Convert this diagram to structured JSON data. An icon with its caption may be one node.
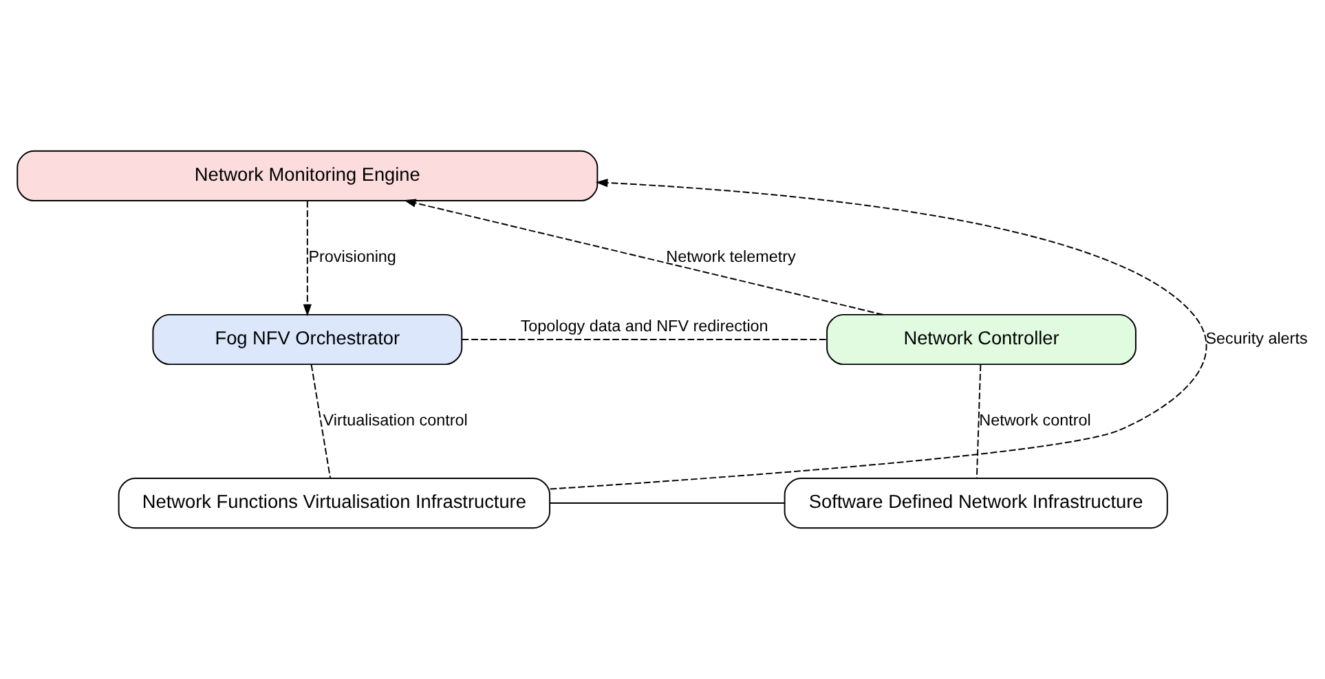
{
  "diagram": {
    "nodes": [
      {
        "text": [
          "Network Monitoring Engine"
        ]
      },
      {
        "text": [
          "Fog NFV Orchestrator"
        ]
      },
      {
        "text": [
          "Network Controller"
        ]
      },
      {
        "text": [
          "Network Functions Virtualisation Infrastructure"
        ]
      },
      {
        "text": [
          "Software Defined Network Infrastructure"
        ]
      }
    ],
    "edges": [
      {
        "from": 0,
        "to": 1,
        "arrow": "to",
        "label": "Provisioning",
        "style": "dashed"
      },
      {
        "from": 2,
        "to": 0,
        "arrow": "to",
        "label": "Network telemetry",
        "style": "dashed"
      },
      {
        "from": 1,
        "to": 2,
        "arrow": "none",
        "label": "Topology data and NFV redirection",
        "style": "dashed"
      },
      {
        "from": 1,
        "to": 3,
        "arrow": "none",
        "label": "Virtualisation control",
        "style": "dashed"
      },
      {
        "from": 2,
        "to": 4,
        "arrow": "none",
        "label": "Network control",
        "style": "dashed"
      },
      {
        "from": 3,
        "to": 0,
        "arrow": "to",
        "label": "Security alerts",
        "style": "dashed"
      },
      {
        "from": 3,
        "to": 4,
        "arrow": "none"
      }
    ]
  }
}
